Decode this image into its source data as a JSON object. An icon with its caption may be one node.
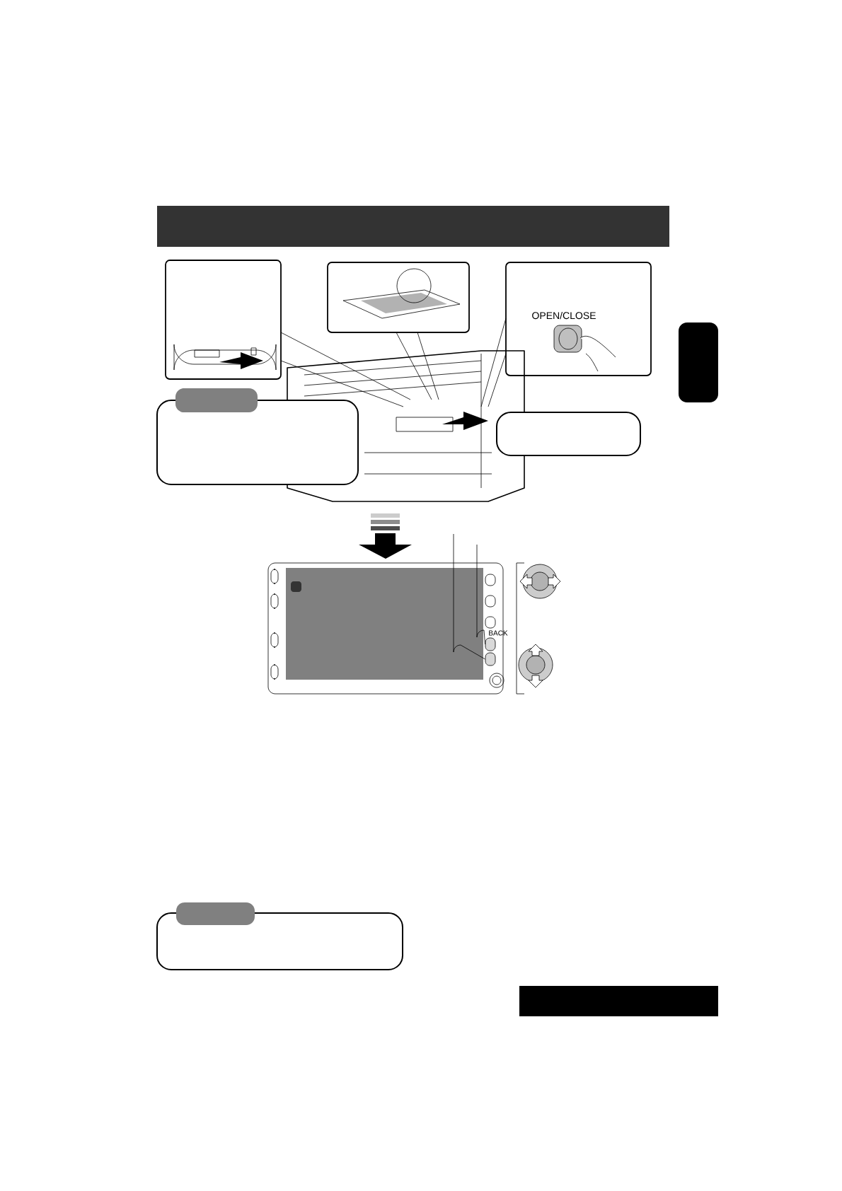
{
  "diagram": {
    "nodes": [
      {
        "text": [],
        "shape": "box"
      },
      {
        "text": [],
        "shape": "box"
      },
      {
        "text": [],
        "shape": "box"
      },
      {
        "text": [],
        "shape": "box"
      },
      {
        "text": [],
        "shape": "box"
      },
      {
        "text": [],
        "shape": "box"
      },
      {
        "text": [],
        "shape": "box"
      },
      {
        "text": [],
        "shape": "box"
      }
    ],
    "edges": [
      {
        "from": null,
        "to": 4,
        "arrow": "none"
      },
      {
        "from": null,
        "to": 5,
        "arrow": "none"
      }
    ],
    "labels": [
      "OPEN/CLOSE",
      "BACK"
    ]
  }
}
